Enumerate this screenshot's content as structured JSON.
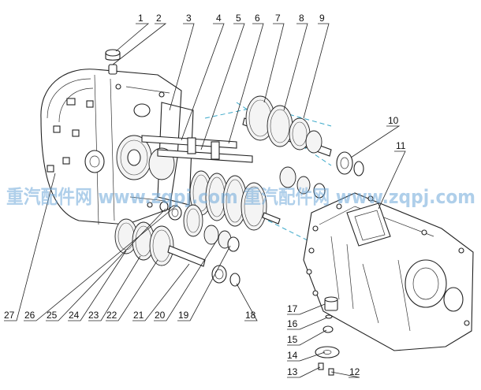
{
  "diagram": {
    "callouts": [
      "1",
      "2",
      "3",
      "4",
      "5",
      "6",
      "7",
      "8",
      "9",
      "10",
      "11",
      "12",
      "13",
      "14",
      "15",
      "16",
      "17",
      "18",
      "19",
      "20",
      "21",
      "22",
      "23",
      "24",
      "25",
      "26",
      "27"
    ]
  },
  "watermark": {
    "text": "重汽配件网 www.zqpj.com  重汽配件网  www.zqpj.com",
    "color": "#6ea8d8"
  }
}
